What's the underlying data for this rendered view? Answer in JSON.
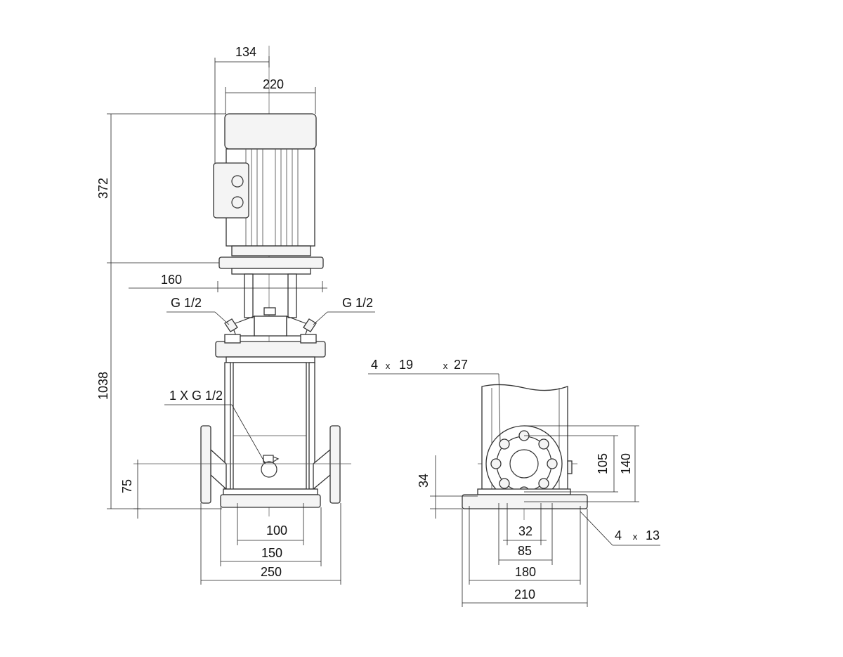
{
  "front_view": {
    "dimensions": {
      "d134": "134",
      "d220": "220",
      "d372": "372",
      "d160": "160",
      "d1038": "1038",
      "d75": "75",
      "d100": "100",
      "d150": "150",
      "d250": "250"
    },
    "callouts": {
      "vent_left": "G 1/2",
      "vent_right": "G 1/2",
      "drain": "1 X G 1/2"
    }
  },
  "side_view": {
    "dimensions": {
      "d34": "34",
      "d105": "105",
      "d140": "140",
      "d32": "32",
      "d85": "85",
      "d180": "180",
      "d210": "210"
    },
    "callouts": {
      "flange_holes_count": "4",
      "flange_holes_x1": "x",
      "flange_holes_size": "19",
      "flange_holes_x2": "x",
      "flange_holes_pcd": "27",
      "base_holes_count": "4",
      "base_holes_x": "x",
      "base_holes_size": "13"
    }
  }
}
